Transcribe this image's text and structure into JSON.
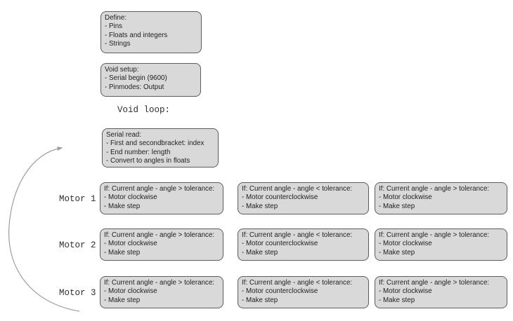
{
  "boxes": {
    "define": {
      "title": "Define:",
      "lines": [
        "- Pins",
        "- Floats and integers",
        "- Strings"
      ]
    },
    "setup": {
      "title": "Void setup:",
      "lines": [
        "- Serial begin (9600)",
        "- Pinmodes: Output"
      ]
    },
    "serial_read": {
      "title": "Serial read:",
      "lines": [
        "- First and secondbracket: index",
        "- End number: length",
        "- Convert to angles in floats"
      ]
    }
  },
  "loop_label": "Void loop:",
  "motor_rows": [
    {
      "label": "Motor 1",
      "boxes": [
        {
          "title": "If: Current angle - angle > tolerance:",
          "lines": [
            "- Motor clockwise",
            "- Make step"
          ]
        },
        {
          "title": "If: Current angle - angle < tolerance:",
          "lines": [
            "- Motor counterclockwise",
            "- Make step"
          ]
        },
        {
          "title": "If: Current angle - angle > tolerance:",
          "lines": [
            "- Motor clockwise",
            "- Make step"
          ]
        }
      ]
    },
    {
      "label": "Motor 2",
      "boxes": [
        {
          "title": "If: Current angle - angle > tolerance:",
          "lines": [
            "- Motor clockwise",
            "- Make step"
          ]
        },
        {
          "title": "If: Current angle - angle < tolerance:",
          "lines": [
            "- Motor counterclockwise",
            "- Make step"
          ]
        },
        {
          "title": "If: Current angle - angle > tolerance:",
          "lines": [
            "- Motor clockwise",
            "- Make step"
          ]
        }
      ]
    },
    {
      "label": "Motor 3",
      "boxes": [
        {
          "title": "If: Current angle - angle > tolerance:",
          "lines": [
            "- Motor clockwise",
            "- Make step"
          ]
        },
        {
          "title": "If: Current angle - angle < tolerance:",
          "lines": [
            "- Motor counterclockwise",
            "- Make step"
          ]
        },
        {
          "title": "If: Current angle - angle > tolerance:",
          "lines": [
            "- Motor clockwise",
            "- Make step"
          ]
        }
      ]
    }
  ],
  "colors": {
    "box_fill": "#d9d9d9",
    "box_border": "#5c5c5c",
    "arrow": "#9e9e9e"
  }
}
